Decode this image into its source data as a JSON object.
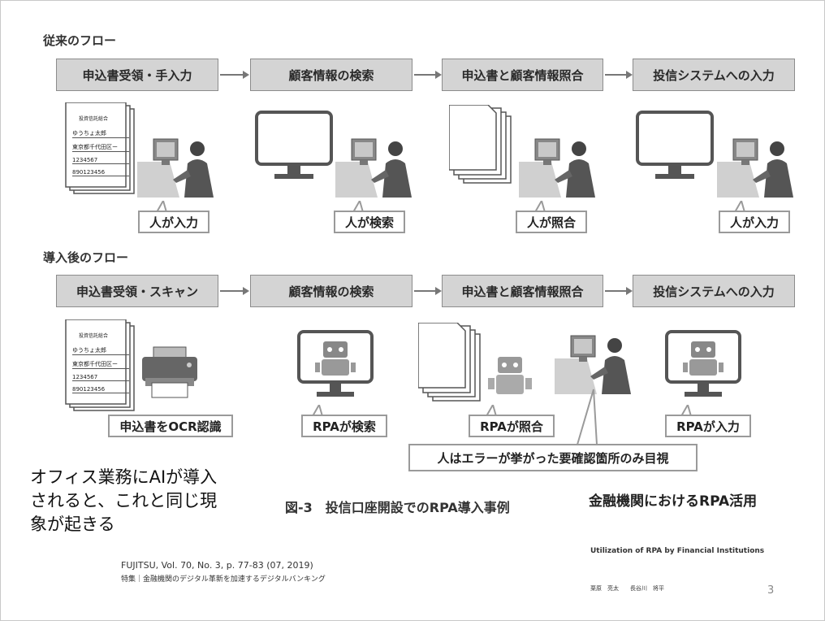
{
  "sections": {
    "before_title": "従来のフロー",
    "after_title": "導入後のフロー"
  },
  "before_steps": [
    "申込書受領・手入力",
    "顧客情報の検索",
    "申込書と顧客情報照合",
    "投信システムへの入力"
  ],
  "after_steps": [
    "申込書受領・スキャン",
    "顧客情報の検索",
    "申込書と顧客情報照合",
    "投信システムへの入力"
  ],
  "before_labels": [
    "人が入力",
    "人が検索",
    "人が照合",
    "人が入力"
  ],
  "after_labels": [
    "申込書をOCR認識",
    "RPAが検索",
    "RPAが照合",
    "RPAが入力"
  ],
  "callout": "人はエラーが挙がった要確認箇所のみ目視",
  "form": {
    "title": "投資信託総合",
    "lines": [
      "ゆうちょ太郎",
      "東京都千代田区ー",
      "1234567",
      "890123456"
    ]
  },
  "overlay_text": "オフィス業務にAIが導入されると、これと同じ現象が起きる",
  "figure_caption": "図-3　投信口座開設でのRPA導入事例",
  "article_title": "金融機関におけるRPA活用",
  "article_title_en": "Utilization of RPA by Financial Institutions",
  "authors": "栗原　亮太　　長谷川　将平",
  "citation": {
    "journal": "FUJITSU, Vol. 70, No. 3, p. 77-83 (07, 2019)",
    "feature": "特集｜金融機関のデジタル革新を加速するデジタルバンキング"
  },
  "page_number": "3",
  "colors": {
    "step_fill": "#d4d4d4",
    "step_border": "#8c8c8c",
    "icon_gray": "#8a8a8a"
  }
}
